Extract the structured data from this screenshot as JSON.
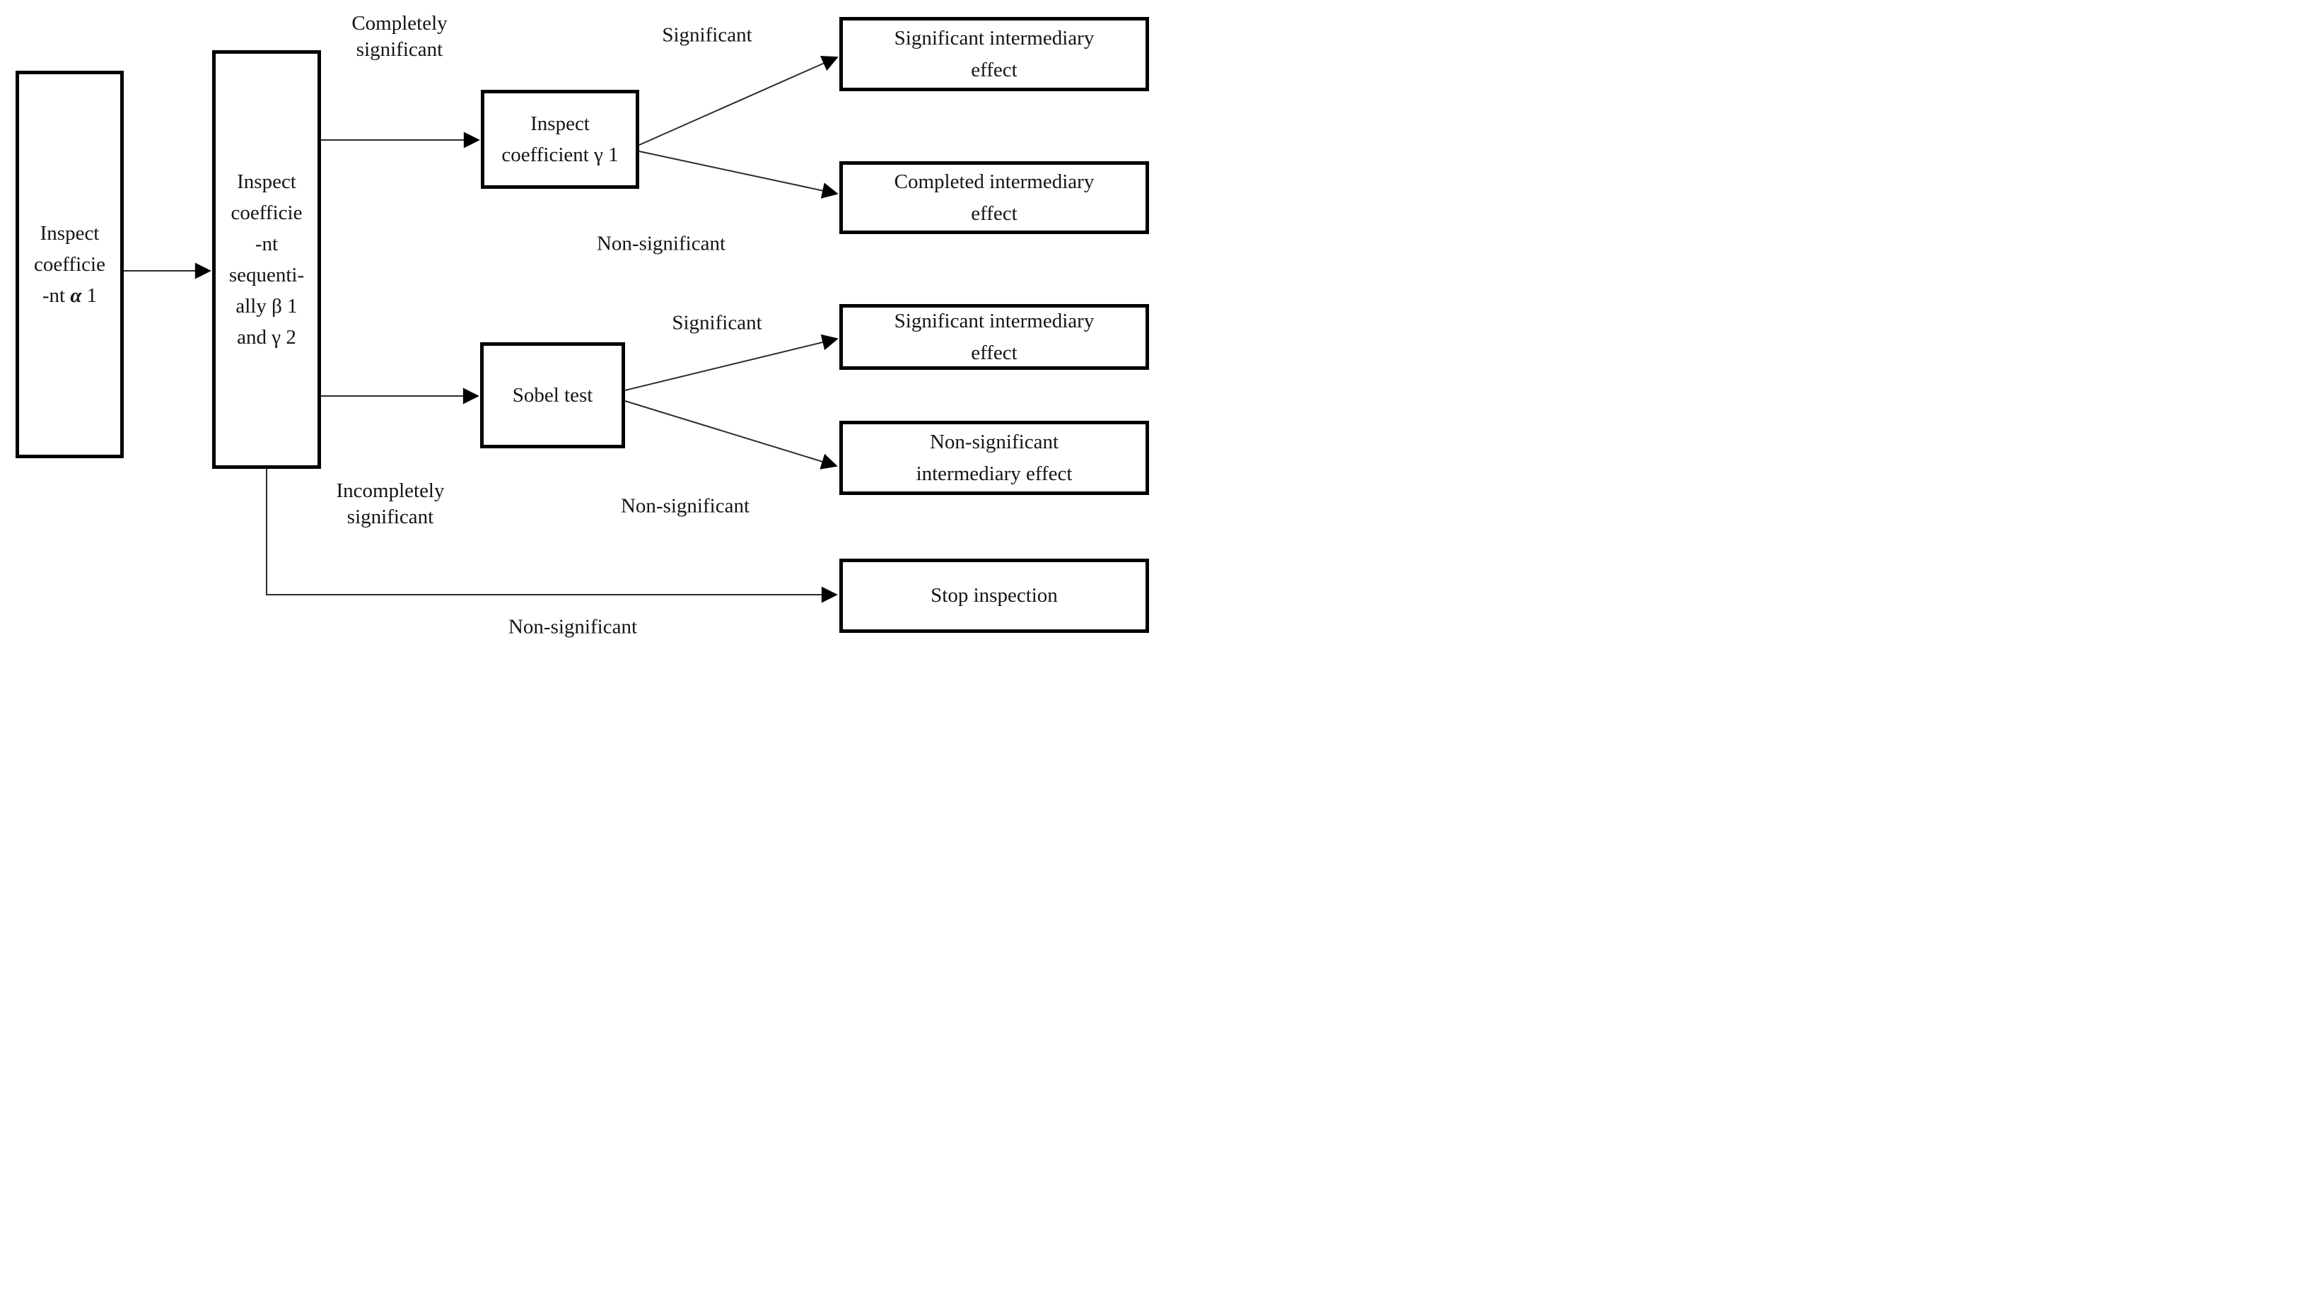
{
  "diagram": {
    "colors": {
      "background": "#ffffff",
      "box_border": "#000000",
      "arrow_line": "#2b2b2b",
      "arrow_head": "#000000",
      "text": "#151515"
    },
    "nodes": {
      "inspect_alpha": {
        "lines": [
          "Inspect",
          "coefficie"
        ],
        "alpha_line": {
          "pre": "-nt ",
          "sym": "α",
          "post": " 1"
        }
      },
      "inspect_sequential": {
        "lines": [
          "Inspect",
          "coefficie",
          "-nt",
          "sequenti-",
          "ally β 1",
          "and γ 2"
        ]
      },
      "inspect_gamma1": {
        "lines": [
          "Inspect",
          "coefficient γ 1"
        ]
      },
      "sobel": {
        "label": "Sobel test"
      },
      "sig_effect_top": {
        "lines": [
          "Significant intermediary",
          "effect"
        ]
      },
      "completed_effect": {
        "lines": [
          "Completed intermediary",
          "effect"
        ]
      },
      "sig_effect_mid": {
        "lines": [
          "Significant intermediary",
          "effect"
        ]
      },
      "nonsig_effect": {
        "lines": [
          "Non-significant",
          "intermediary effect"
        ]
      },
      "stop": {
        "label": "Stop inspection"
      }
    },
    "edge_labels": {
      "completely_significant": {
        "lines": [
          "Completely",
          "significant"
        ]
      },
      "significant_top": "Significant",
      "non_significant_top": "Non-significant",
      "significant_mid": "Significant",
      "incompletely_significant": {
        "lines": [
          "Incompletely",
          "significant"
        ]
      },
      "non_significant_mid": "Non-significant",
      "non_significant_bottom": "Non-significant"
    }
  }
}
